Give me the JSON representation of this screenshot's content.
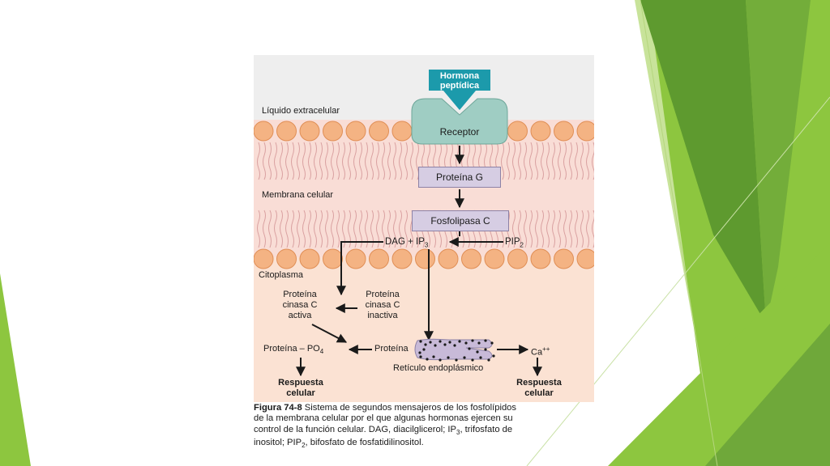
{
  "slide": {
    "accent_green_dark": "#5e9a2f",
    "accent_green": "#8dc63f",
    "accent_green_light": "#c8e39a"
  },
  "figure": {
    "hormone": [
      "Hormona",
      "peptídica"
    ],
    "region_extracellular": "Líquido extracelular",
    "region_membrane": "Membrana celular",
    "region_cytoplasm": "Citoplasma",
    "receptor": "Receptor",
    "g_protein": "Proteína G",
    "phospholipase": "Fosfolipasa C",
    "dag_ip3": {
      "main": "DAG + IP",
      "sub": "3"
    },
    "pip2": {
      "main": "PIP",
      "sub": "2"
    },
    "pkc_active": [
      "Proteína",
      "cinasa C",
      "activa"
    ],
    "pkc_inactive": [
      "Proteína",
      "cinasa C",
      "inactiva"
    ],
    "protein_po4": {
      "main": "Proteína – PO",
      "sub": "4"
    },
    "protein": "Proteína",
    "calcium": {
      "main": "Ca",
      "sup": "++"
    },
    "er": "Retículo endoplásmico",
    "response_left": [
      "Respuesta",
      "celular"
    ],
    "response_right": [
      "Respuesta",
      "celular"
    ]
  },
  "caption": {
    "figure_id": "Figura 74-8",
    "line1": "Sistema de segundos mensajeros de los fosfolípidos",
    "line2": "de la membrana celular por el que algunas hormonas ejercen su",
    "line3_a": "control de la función celular. DAG, diacilglicerol; IP",
    "line3_sub": "3",
    "line3_b": ", trifosfato de",
    "line4_a": "inositol; PIP",
    "line4_sub": "2",
    "line4_b": ", bifosfato de fosfatidilinositol."
  }
}
